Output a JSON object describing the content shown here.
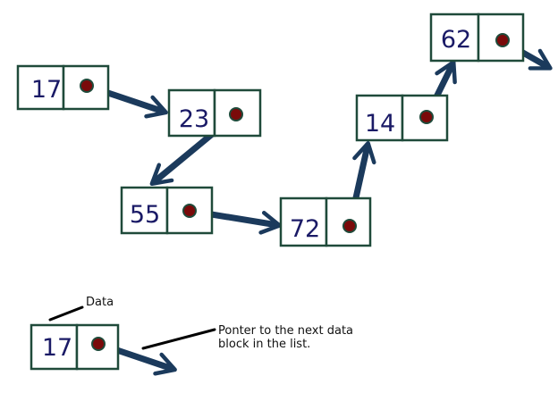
{
  "diagram": {
    "nodes": [
      {
        "id": "n17",
        "value": "17"
      },
      {
        "id": "n23",
        "value": "23"
      },
      {
        "id": "n55",
        "value": "55"
      },
      {
        "id": "n72",
        "value": "72"
      },
      {
        "id": "n14",
        "value": "14"
      },
      {
        "id": "n62",
        "value": "62"
      }
    ],
    "legend": {
      "node_value": "17",
      "data_label": "Data",
      "pointer_label_line1": "Ponter to the next data",
      "pointer_label_line2": "block in the list."
    },
    "colors": {
      "box_border": "#1f4a3a",
      "arrow": "#1b3a5c",
      "pointer_dot": "#7a0a0a",
      "value_text": "#1a1a66"
    },
    "icons": {
      "pointer": "pointer-dot-icon",
      "link": "arrow-icon"
    }
  }
}
